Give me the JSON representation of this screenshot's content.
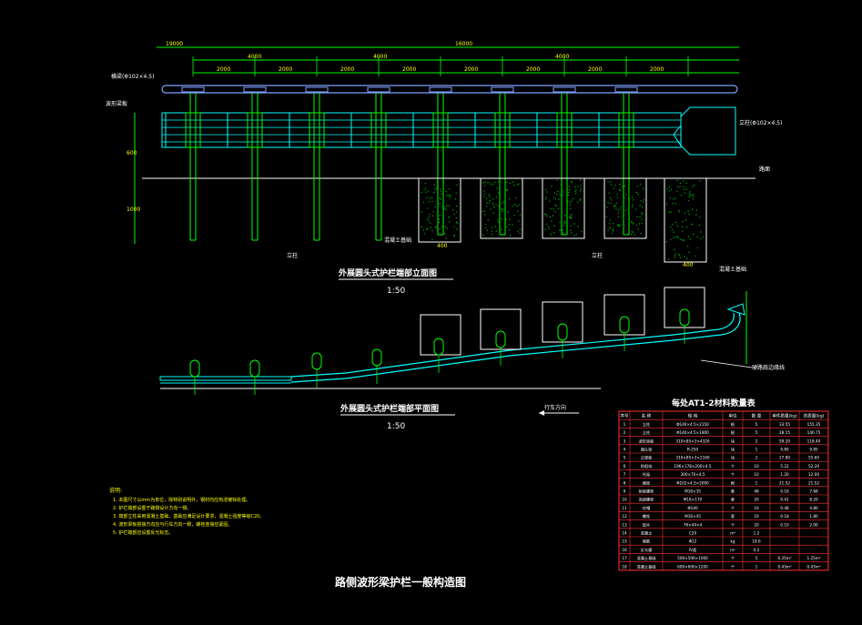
{
  "drawing": {
    "main_title": "路侧波形梁护栏一般构造图",
    "elevation_title": "外展圆头式护栏端部立面图",
    "elevation_scale": "1:50",
    "plan_title": "外展圆头式护栏端部平面图",
    "plan_scale": "1:50",
    "direction_label": "行车方向",
    "ground_label": "路面",
    "post_label_left": "立柱",
    "post_label_right": "立柱",
    "anchor_label_mid": "混凝土基础",
    "anchor_label_right": "混凝土基础",
    "beam_label": "波形梁板",
    "end_post_label": "立柱(Φ102×4.5)",
    "top_rail_label": "横梁(Φ102×4.5)",
    "edge_label": "硬路肩边缘线",
    "side_dims": [
      "600",
      "1000"
    ],
    "bottom_dims": [
      "400",
      "400"
    ]
  },
  "notes": {
    "heading": "说明:",
    "lines": [
      "1. 本图尺寸以mm为单位，除特别说明外，钢材均应热浸镀锌处理。",
      "2. 护栏端部设置于路侧设计方向一侧。",
      "3. 端部立柱采用混凝土基础，基础应满足设计要求，混凝土强度等级C20。",
      "4. 波形梁板搭接方向应与行车方向一致，螺栓连接应紧固。",
      "5. 护栏端部应设置反光标志。"
    ]
  },
  "table": {
    "title": "每处AT1-2材料数量表",
    "headers": [
      "序号",
      "名 称",
      "规 格",
      "单位",
      "数 量",
      "单件质量(kg)",
      "总质量(kg)"
    ],
    "rows": [
      [
        "1",
        "立柱",
        "Φ140×4.5×2150",
        "根",
        "5",
        "33.55",
        "155.35"
      ],
      [
        "2",
        "立柱",
        "Φ140×4.5×1800",
        "根",
        "5",
        "28.15",
        "140.75"
      ],
      [
        "3",
        "波形梁板",
        "310×85×3×4320",
        "块",
        "2",
        "59.20",
        "118.40"
      ],
      [
        "4",
        "端头梁",
        "R-250",
        "块",
        "1",
        "9.85",
        "9.85"
      ],
      [
        "5",
        "过渡板",
        "310×85×3×2160",
        "块",
        "2",
        "27.80",
        "55.60"
      ],
      [
        "6",
        "防阻块",
        "196×178×200×4.5",
        "个",
        "10",
        "5.22",
        "52.20"
      ],
      [
        "7",
        "托架",
        "300×70×4.5",
        "个",
        "10",
        "1.20",
        "12.00"
      ],
      [
        "8",
        "横梁",
        "Φ102×4.5×2000",
        "根",
        "1",
        "21.52",
        "21.52"
      ],
      [
        "9",
        "拼接螺栓",
        "M16×35",
        "套",
        "48",
        "0.16",
        "7.68"
      ],
      [
        "10",
        "连接螺栓",
        "M16×170",
        "套",
        "20",
        "0.41",
        "8.20"
      ],
      [
        "11",
        "柱帽",
        "Φ140",
        "个",
        "10",
        "0.48",
        "4.80"
      ],
      [
        "12",
        "螺栓",
        "M16×45",
        "套",
        "10",
        "0.18",
        "1.80"
      ],
      [
        "13",
        "垫片",
        "76×44×4",
        "个",
        "20",
        "0.10",
        "2.00"
      ],
      [
        "14",
        "混凝土",
        "C20",
        "m³",
        "1.2",
        "",
        ""
      ],
      [
        "15",
        "钢筋",
        "Φ12",
        "kg",
        "18.6",
        "",
        ""
      ],
      [
        "16",
        "反光膜",
        "IV类",
        "m²",
        "0.2",
        "",
        ""
      ],
      [
        "17",
        "混凝土基础",
        "500×500×1000",
        "个",
        "5",
        "0.25m³",
        "1.25m³"
      ],
      [
        "18",
        "混凝土基础",
        "600×600×1200",
        "个",
        "1",
        "0.43m³",
        "0.43m³"
      ]
    ]
  },
  "dims": {
    "total_overall": "19000",
    "total_top": "16000",
    "segments_top": [
      "4000",
      "4000",
      "4000"
    ],
    "spans": [
      "2000",
      "2000",
      "2000",
      "2000",
      "2000",
      "2000",
      "2000",
      "2000"
    ]
  }
}
